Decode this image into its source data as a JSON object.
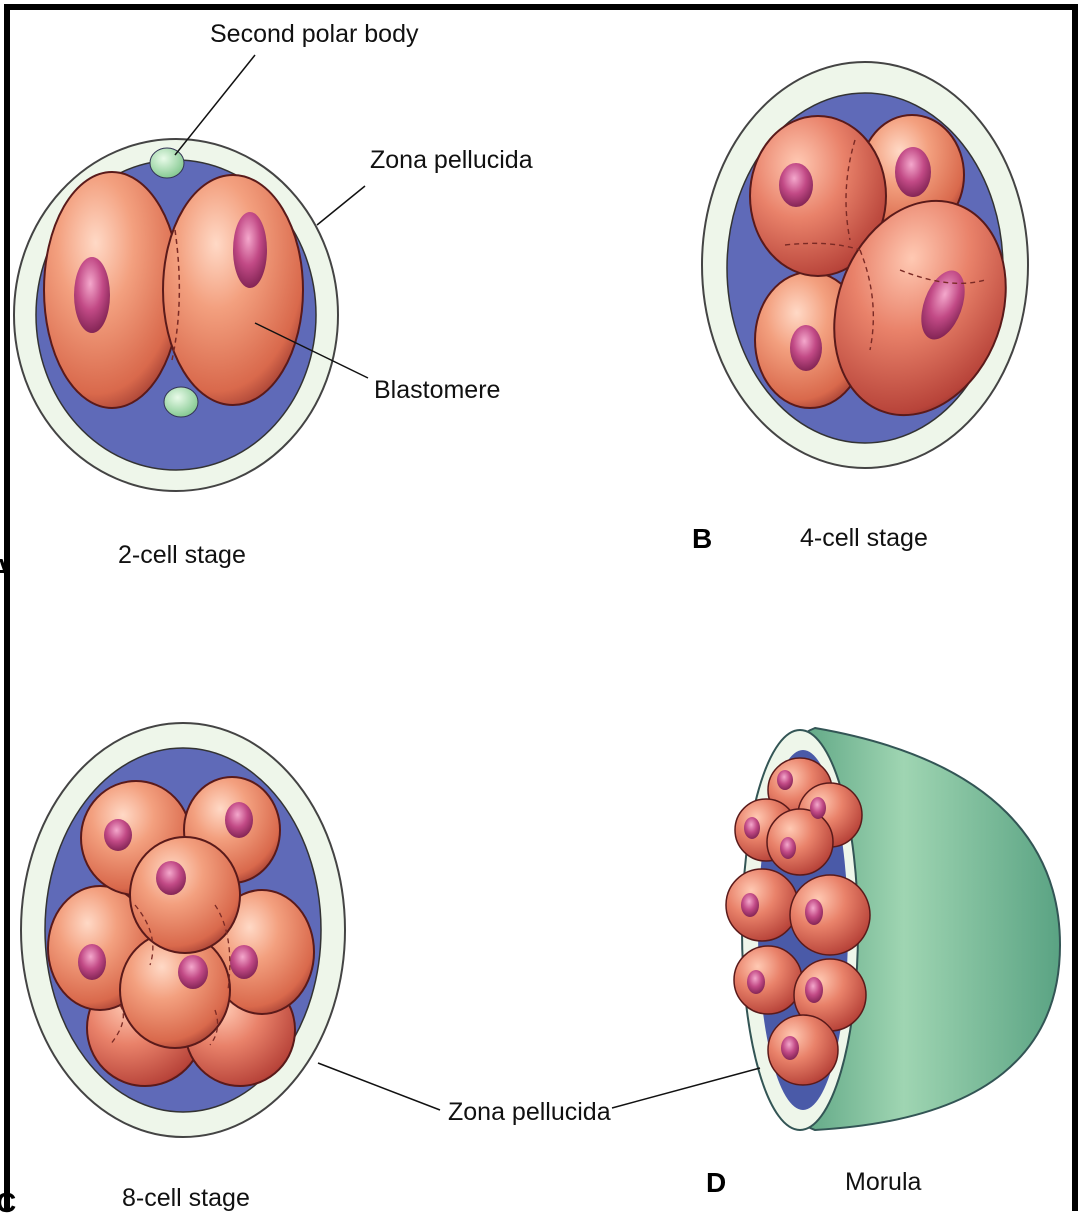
{
  "labels": {
    "second_polar_body": "Second polar body",
    "zona_pellucida_top": "Zona pellucida",
    "blastomere": "Blastomere",
    "zona_pellucida_bottom": "Zona pellucida"
  },
  "panels": {
    "a": {
      "caption": "2-cell stage",
      "letter": "A"
    },
    "b": {
      "caption": "4-cell stage",
      "letter": "B"
    },
    "c": {
      "caption": "8-cell stage",
      "letter": "C"
    },
    "d": {
      "caption": "Morula",
      "letter": "D"
    }
  },
  "colors": {
    "zona": "#eef6ea",
    "zona_stroke": "#4a4f4a",
    "cytoplasm_space": "#5f6ab8",
    "cell": "#ef8b6b",
    "cell_dark": "#a8403a",
    "nucleus": "#b03070",
    "polar_body": "#9fd9a6",
    "morula_shell": "#5faa84"
  }
}
